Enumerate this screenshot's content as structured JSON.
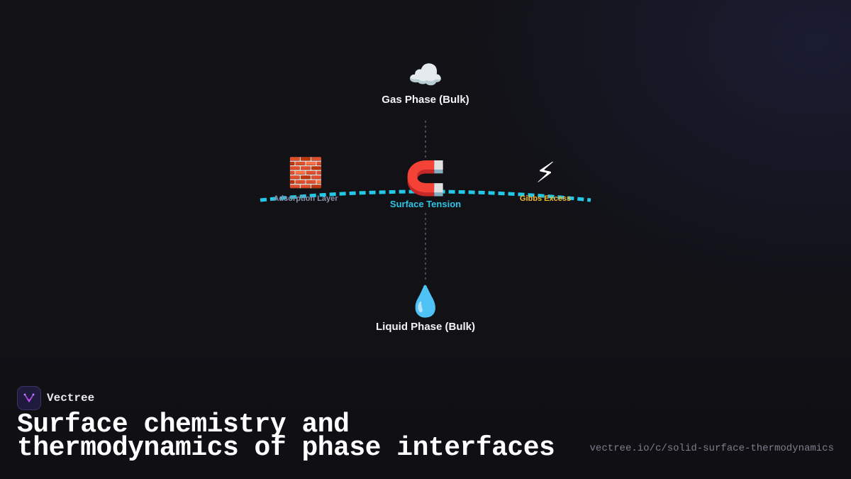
{
  "diagram": {
    "nodes": {
      "gas": {
        "icon": "cloud-icon",
        "emoji": "☁️",
        "label": "Gas Phase (Bulk)"
      },
      "adsorption": {
        "icon": "brick-icon",
        "emoji": "🧱",
        "label": "Adsorption Layer"
      },
      "tension": {
        "icon": "magnet-icon",
        "emoji": "🧲",
        "label": "Surface Tension"
      },
      "gibbs": {
        "icon": "lightning-icon",
        "emoji": "⚡",
        "label": "Gibbs Excess"
      },
      "liquid": {
        "icon": "droplet-icon",
        "emoji": "💧",
        "label": "Liquid Phase (Bulk)"
      }
    },
    "colors": {
      "interface_line": "#22c8e6",
      "connector": "#5a5d6e",
      "tension_label": "#2ec4e6",
      "gibbs_label": "#f5b82e",
      "adsorption_label": "#8a8fa6"
    }
  },
  "brand": {
    "name": "Vectree",
    "logo_icon": "vectree-logo-icon"
  },
  "headline": "Surface chemistry and thermodynamics of phase interfaces",
  "url": "vectree.io/c/solid-surface-thermodynamics"
}
